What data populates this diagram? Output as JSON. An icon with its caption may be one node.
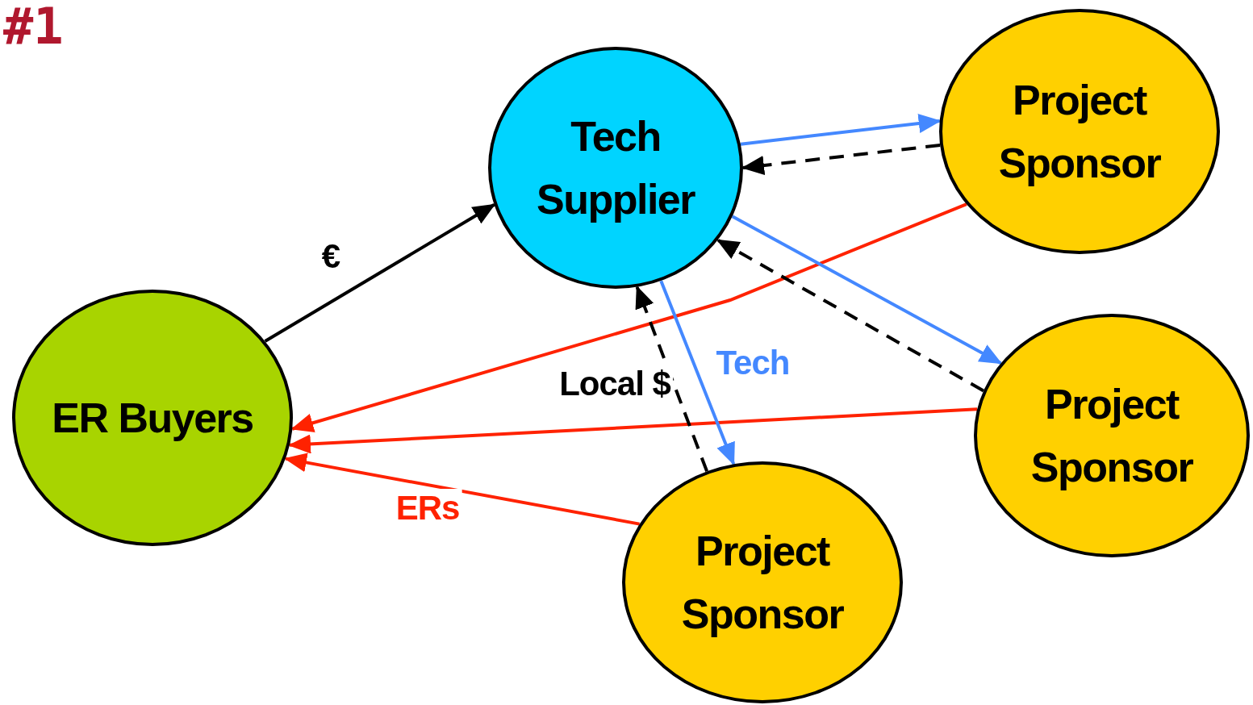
{
  "diagram": {
    "title": "#1",
    "nodes": [
      {
        "text": [
          "Tech Supplier"
        ]
      },
      {
        "text": [
          "Project Sponsor"
        ]
      },
      {
        "text": [
          "ER Buyers"
        ]
      },
      {
        "text": [
          "Project Sponsor"
        ]
      },
      {
        "text": [
          "Project Sponsor"
        ]
      }
    ],
    "edges": [
      {
        "from": 2,
        "to": 0,
        "arrow": "to",
        "label": "€"
      },
      {
        "from": 0,
        "to": 1,
        "arrow": "to",
        "color": "#4488ff"
      },
      {
        "from": 1,
        "to": 0,
        "arrow": "to",
        "style": "dashed"
      },
      {
        "from": 1,
        "to": 2,
        "arrow": "to",
        "color": "#ff2200"
      },
      {
        "from": 0,
        "to": 3,
        "arrow": "to",
        "color": "#4488ff"
      },
      {
        "from": 3,
        "to": 0,
        "arrow": "to",
        "style": "dashed"
      },
      {
        "from": 3,
        "to": 2,
        "arrow": "to",
        "color": "#ff2200"
      },
      {
        "from": 0,
        "to": 4,
        "arrow": "to",
        "color": "#4488ff",
        "label": "Tech"
      },
      {
        "from": 4,
        "to": 0,
        "arrow": "to",
        "style": "dashed",
        "label": "Local $"
      },
      {
        "from": 4,
        "to": 2,
        "arrow": "to",
        "color": "#ff2200",
        "label": "ERs"
      }
    ]
  }
}
